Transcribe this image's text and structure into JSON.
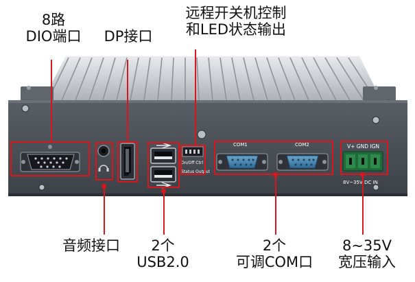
{
  "labels": {
    "dio": [
      "8路",
      "DIO端口"
    ],
    "dp": [
      "DP接口"
    ],
    "remote": [
      "远程开关机控制",
      "和LED状态输出"
    ],
    "audio": [
      "音频接口"
    ],
    "usb": [
      "2个",
      "USB2.0"
    ],
    "com": [
      "2个",
      "可调COM口"
    ],
    "power": [
      "8~35V",
      "宽压输入"
    ]
  },
  "device_text": {
    "com1": "COM1",
    "com2": "COM2",
    "onoff": "On/Off Ctrl",
    "status": "Status Output",
    "power_pins": "V+ GND IGN",
    "power_range": "8V~35V DC IN"
  },
  "colors": {
    "accent": "#d9161c",
    "chassis": "#4a4e55",
    "heatsink": "#c9cdd2"
  }
}
